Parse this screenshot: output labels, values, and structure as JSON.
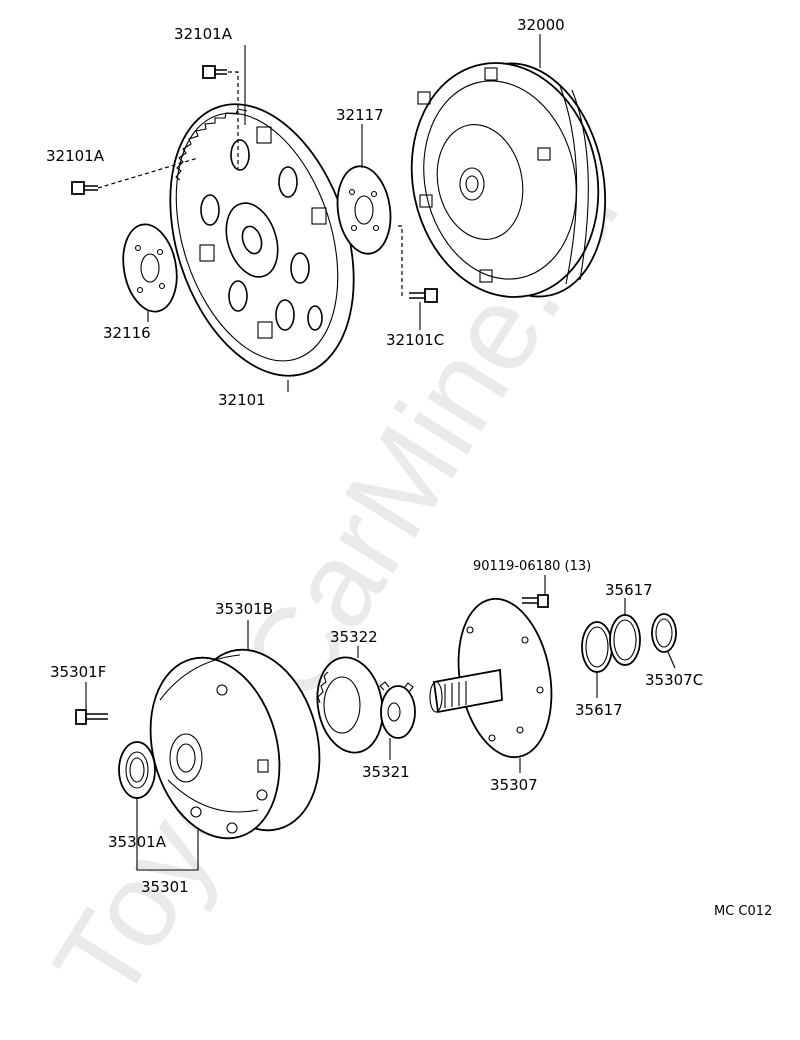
{
  "watermark": "ToyotaCarMine.ru",
  "diagram_code": "MC C012",
  "parts": {
    "p32101A_top": "32101A",
    "p32101A_left": "32101A",
    "p32116": "32116",
    "p32101": "32101",
    "p32117": "32117",
    "p32101C": "32101C",
    "p32000": "32000",
    "p90119": "90119-06180 (13)",
    "p35617_top": "35617",
    "p35617_bottom": "35617",
    "p35307C": "35307C",
    "p35307": "35307",
    "p35322": "35322",
    "p35321": "35321",
    "p35301B": "35301B",
    "p35301F": "35301F",
    "p35301A": "35301A",
    "p35301": "35301"
  },
  "colors": {
    "line": "#000000",
    "background": "#ffffff",
    "watermark": "#d9d9d9"
  }
}
